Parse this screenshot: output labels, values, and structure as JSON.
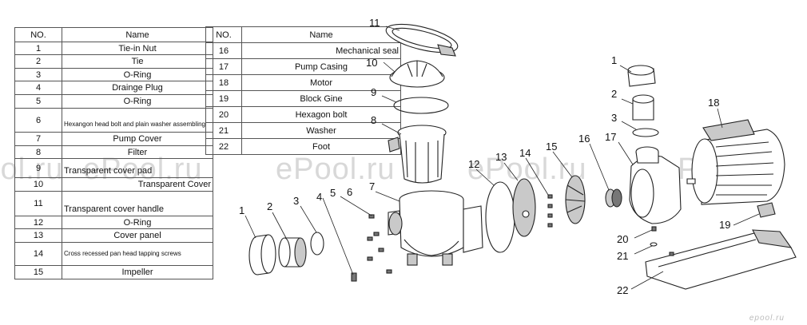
{
  "table": {
    "header": {
      "no": "NO.",
      "name": "Name"
    },
    "left_rows": [
      {
        "no": "1",
        "name": "Tie-in Nut"
      },
      {
        "no": "2",
        "name": "Tie"
      },
      {
        "no": "3",
        "name": "O-Ring"
      },
      {
        "no": "4",
        "name": "Drainge Plug"
      },
      {
        "no": "5",
        "name": "O-Ring"
      },
      {
        "no": "6",
        "name": "Hexangon head bolt and plain washer assembling"
      },
      {
        "no": "7",
        "name": "Pump Cover"
      },
      {
        "no": "8",
        "name": "Filter"
      },
      {
        "no": "9",
        "name": "Transparent cover pad"
      },
      {
        "no": "10",
        "name": "Transparent Cover"
      },
      {
        "no": "11",
        "name": "Transparent cover handle"
      },
      {
        "no": "12",
        "name": "O-Ring"
      },
      {
        "no": "13",
        "name": "Cover panel"
      },
      {
        "no": "14",
        "name": "Cross recessed pan head tapping screws"
      },
      {
        "no": "15",
        "name": "Impeller"
      }
    ],
    "right_rows": [
      {
        "no": "16",
        "name": "Mechanical seal"
      },
      {
        "no": "17",
        "name": "Pump Casing"
      },
      {
        "no": "18",
        "name": "Motor"
      },
      {
        "no": "19",
        "name": "Block Gine"
      },
      {
        "no": "20",
        "name": "Hexagon bolt"
      },
      {
        "no": "21",
        "name": "Washer"
      },
      {
        "no": "22",
        "name": "Foot"
      }
    ]
  },
  "callouts": [
    "1",
    "2",
    "3",
    "4",
    "5",
    "6",
    "7",
    "8",
    "9",
    "10",
    "11",
    "12",
    "13",
    "14",
    "15",
    "16",
    "17",
    "18",
    "19",
    "20",
    "21",
    "22"
  ],
  "callouts_right": [
    "1",
    "2",
    "3"
  ],
  "watermark": "ePool.ru",
  "corner_logo": "epool.ru"
}
